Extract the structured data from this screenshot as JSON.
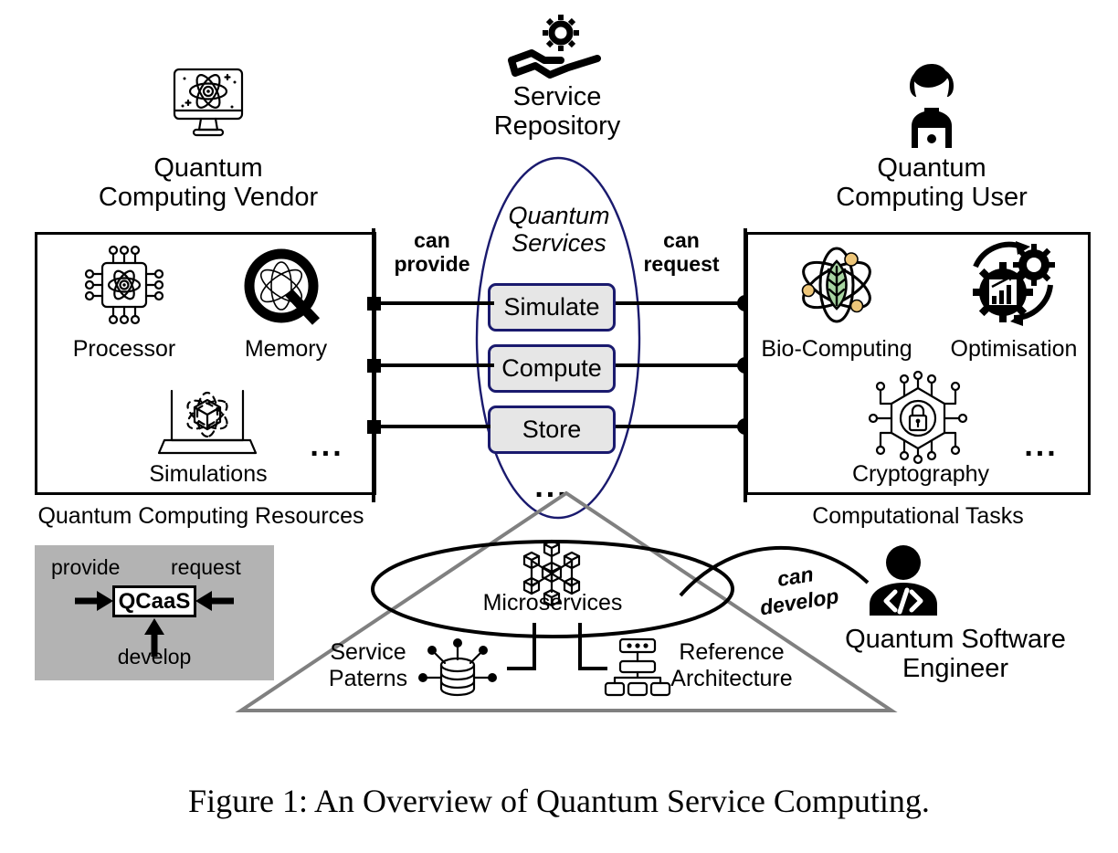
{
  "figure": {
    "caption": "Figure 1:   An Overview of Quantum Service Computing."
  },
  "vendor": {
    "title_line1": "Quantum",
    "title_line2": "Computing Vendor",
    "icon": "quantum-monitor-icon",
    "box_caption": "Quantum Computing Resources",
    "items": [
      {
        "label": "Processor",
        "icon": "quantum-chip-icon"
      },
      {
        "label": "Memory",
        "icon": "quantum-q-memory-icon"
      },
      {
        "label": "Simulations",
        "icon": "laptop-simulation-icon"
      },
      {
        "label": "...",
        "icon": "ellipsis-icon"
      }
    ]
  },
  "repository": {
    "icon": "gear-on-hand-icon",
    "title_line1": "Service",
    "title_line2": "Repository",
    "group_label_line1": "Quantum",
    "group_label_line2": "Services",
    "services": [
      "Simulate",
      "Compute",
      "Store"
    ],
    "more": "...",
    "ellipse_color": "#1a1a6e",
    "service_fill": "#e6e6e6"
  },
  "user": {
    "title_line1": "Quantum",
    "title_line2": "Computing User",
    "icon": "person-laptop-icon",
    "box_caption": "Computational Tasks",
    "items": [
      {
        "label": "Bio-Computing",
        "icon": "atom-leaf-icon"
      },
      {
        "label": "Optimisation",
        "icon": "gears-chart-cycle-icon"
      },
      {
        "label": "Cryptography",
        "icon": "hexagon-lock-circuit-icon"
      },
      {
        "label": "...",
        "icon": "ellipsis-icon"
      }
    ]
  },
  "edges": {
    "provide_label_line1": "can",
    "provide_label_line2": "provide",
    "request_label_line1": "can",
    "request_label_line2": "request",
    "develop_label_line1": "can",
    "develop_label_line2": "develop"
  },
  "foundation": {
    "microservices_label": "Microservices",
    "microservices_icon": "cube-network-icon",
    "service_patterns_line1": "Service",
    "service_patterns_line2": "Paterns",
    "service_patterns_icon": "database-nodes-icon",
    "reference_arch_line1": "Reference",
    "reference_arch_line2": "Architecture",
    "reference_arch_icon": "org-tree-icon",
    "triangle_color": "#808080"
  },
  "engineer": {
    "icon": "developer-code-person-icon",
    "title_line1": "Quantum Software",
    "title_line2": "Engineer"
  },
  "legend": {
    "background": "#b3b3b3",
    "center_label": "QCaaS",
    "left_label": "provide",
    "right_label": "request",
    "bottom_label": "develop"
  }
}
